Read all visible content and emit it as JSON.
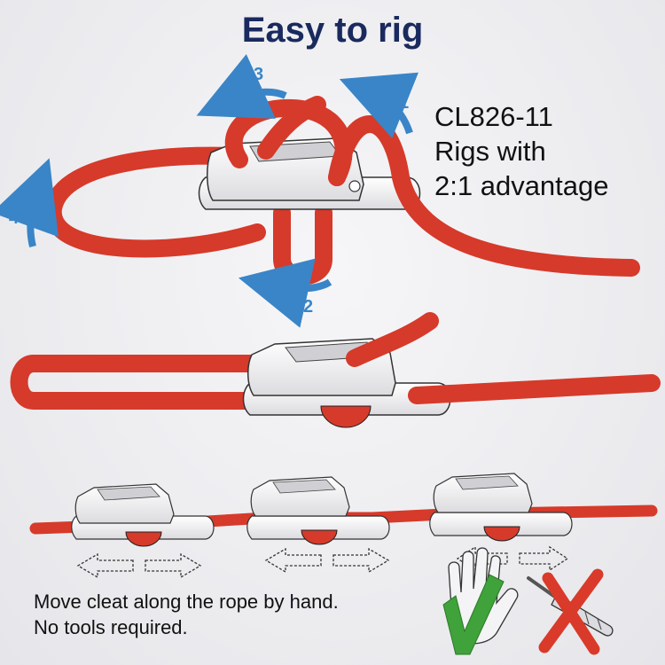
{
  "title": "Easy to rig",
  "product": {
    "model": "CL826-11",
    "line2": "Rigs with",
    "line3": "2:1 advantage"
  },
  "steps": [
    {
      "number": "1"
    },
    {
      "number": "2"
    },
    {
      "number": "3"
    },
    {
      "number": "4"
    }
  ],
  "caption": {
    "line1": "Move cleat along the rope by hand.",
    "line2": "No tools required."
  },
  "icons": [
    "hand-icon",
    "checkmark-icon",
    "screwdriver-icon",
    "cross-icon"
  ],
  "colors": {
    "rope": "#d63a2a",
    "title": "#1a2a5e",
    "arrow": "#3a85c8",
    "check": "#3fa23a",
    "cross": "#d93a2a"
  }
}
